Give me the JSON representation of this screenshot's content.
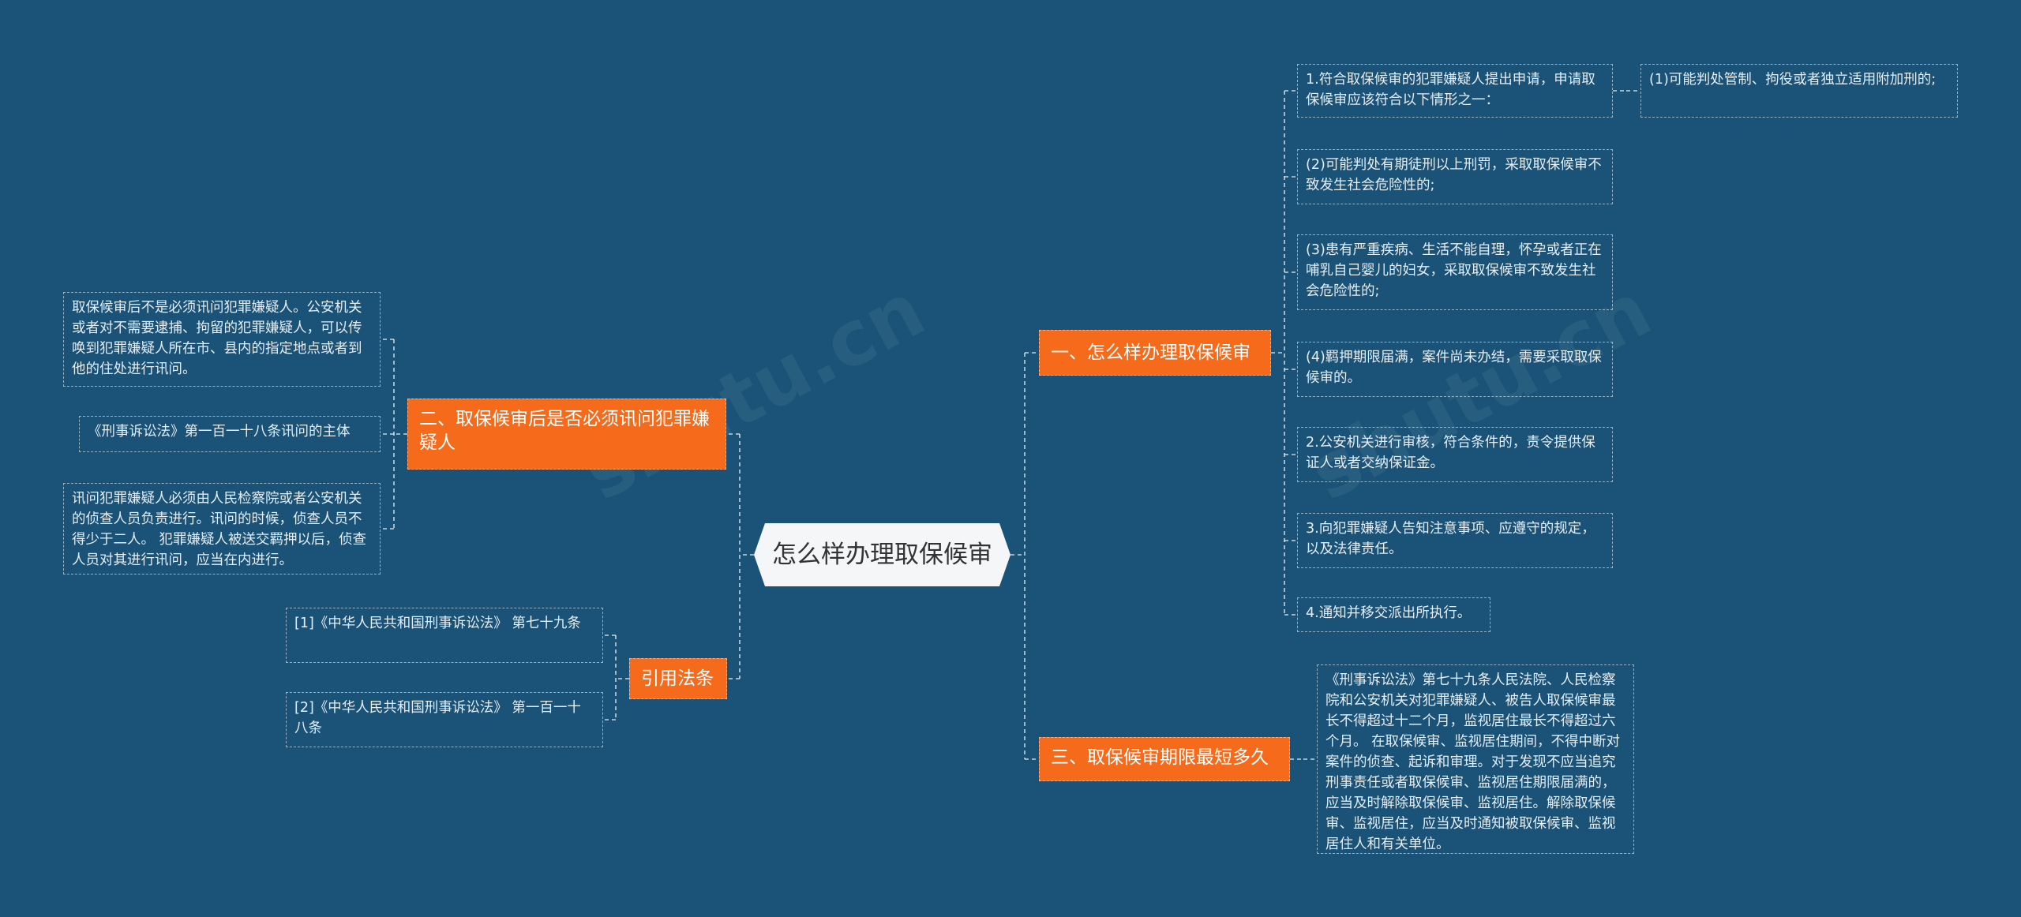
{
  "watermark": "shutu.cn",
  "root": {
    "label": "怎么样办理取保候审"
  },
  "branches": {
    "b1": {
      "label": "一、怎么样办理取保候审",
      "items": [
        "1.符合取保候审的犯罪嫌疑人提出申请，申请取保候审应该符合以下情形之一：",
        "(2)可能判处有期徒刑以上刑罚，采取取保候审不致发生社会危险性的;",
        "(3)患有严重疾病、生活不能自理，怀孕或者正在哺乳自己婴儿的妇女，采取取保候审不致发生社会危险性的;",
        "(4)羁押期限届满，案件尚未办结，需要采取取保候审的。",
        "2.公安机关进行审核，符合条件的，责令提供保证人或者交纳保证金。",
        "3.向犯罪嫌疑人告知注意事项、应遵守的规定，以及法律责任。",
        "4.通知并移交派出所执行。"
      ],
      "subitem": "(1)可能判处管制、拘役或者独立适用附加刑的;"
    },
    "b3": {
      "label": "三、取保候审期限最短多久",
      "items": [
        "《刑事诉讼法》第七十九条人民法院、人民检察院和公安机关对犯罪嫌疑人、被告人取保候审最长不得超过十二个月，监视居住最长不得超过六个月。 在取保候审、监视居住期间，不得中断对案件的侦查、起诉和审理。对于发现不应当追究刑事责任或者取保候审、监视居住期限届满的，应当及时解除取保候审、监视居住。解除取保候审、监视居住，应当及时通知被取保候审、监视居住人和有关单位。"
      ]
    },
    "b2": {
      "label": "二、取保候审后是否必须讯问犯罪嫌疑人",
      "items": [
        "取保候审后不是必须讯问犯罪嫌疑人。公安机关或者对不需要逮捕、拘留的犯罪嫌疑人，可以传唤到犯罪嫌疑人所在市、县内的指定地点或者到他的住处进行讯问。",
        "《刑事诉讼法》第一百一十八条讯问的主体",
        "讯问犯罪嫌疑人必须由人民检察院或者公安机关的侦查人员负责进行。讯问的时候，侦查人员不得少于二人。 犯罪嫌疑人被送交羁押以后，侦查人员对其进行讯问，应当在内进行。"
      ]
    },
    "b4": {
      "label": "引用法条",
      "items": [
        "[1]《中华人民共和国刑事诉讼法》 第七十九条",
        "[2]《中华人民共和国刑事诉讼法》 第一百一十八条"
      ]
    }
  },
  "colors": {
    "background": "#1a5377",
    "branch": "#f56a1b",
    "root": "#f4f6f8",
    "line": "#ffffff"
  }
}
